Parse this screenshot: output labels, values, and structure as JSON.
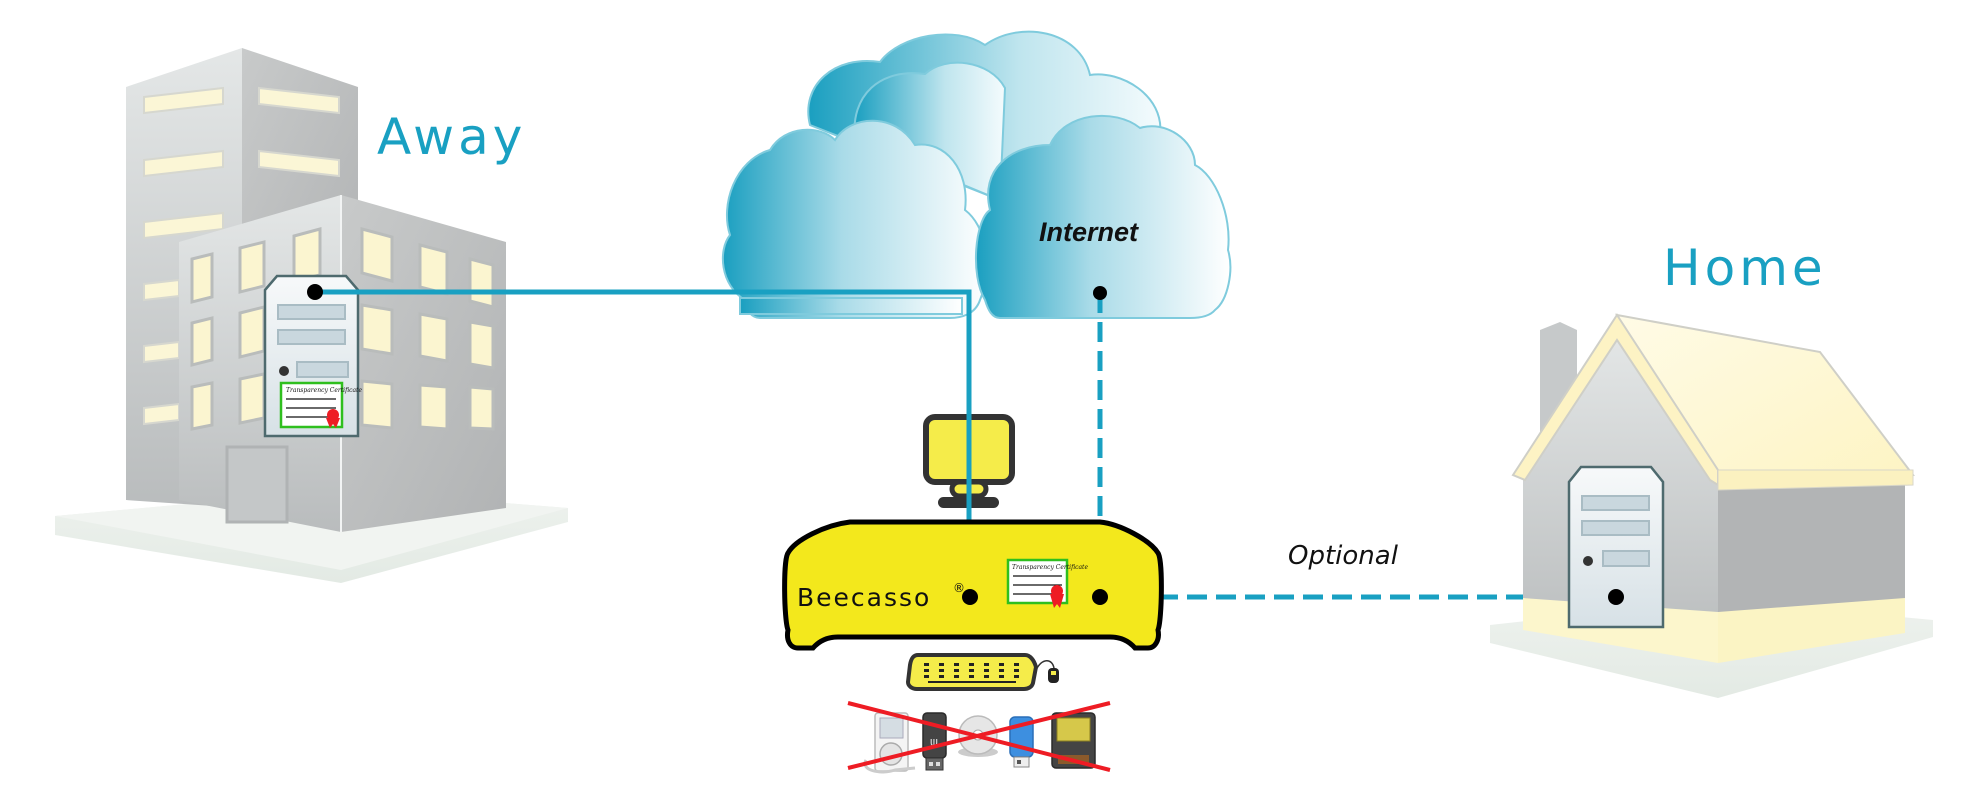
{
  "labels": {
    "away": "Away",
    "home": "Home",
    "internet": "Internet",
    "optional": "Optional",
    "brand": "Beecasso",
    "registered": "®",
    "certificate_title": "Transparency Certificate"
  },
  "colors": {
    "accent": "#19a0c2",
    "link_line": "#19a0c2",
    "device_yellow": "#f3e81c",
    "forbidden_red": "#ee1c24",
    "certificate_border": "#2fbf1e",
    "connector_dot": "#000000"
  },
  "nodes": [
    {
      "id": "away",
      "kind": "office-building",
      "has_server": true,
      "has_certificate": true
    },
    {
      "id": "internet",
      "kind": "cloud"
    },
    {
      "id": "beecasso",
      "kind": "appliance",
      "has_certificate": true,
      "peripherals": [
        "monitor",
        "keyboard",
        "mouse"
      ]
    },
    {
      "id": "home",
      "kind": "house",
      "has_server": true
    }
  ],
  "connections": [
    {
      "from": "away",
      "to": "beecasso",
      "style": "solid"
    },
    {
      "from": "internet",
      "to": "beecasso",
      "style": "dashed"
    },
    {
      "from": "beecasso",
      "to": "home",
      "style": "dashed",
      "label": "Optional"
    }
  ],
  "blocked_media": [
    "portable-media-player",
    "usb-flash-drive",
    "optical-disc",
    "usb-stick",
    "memory-card"
  ]
}
